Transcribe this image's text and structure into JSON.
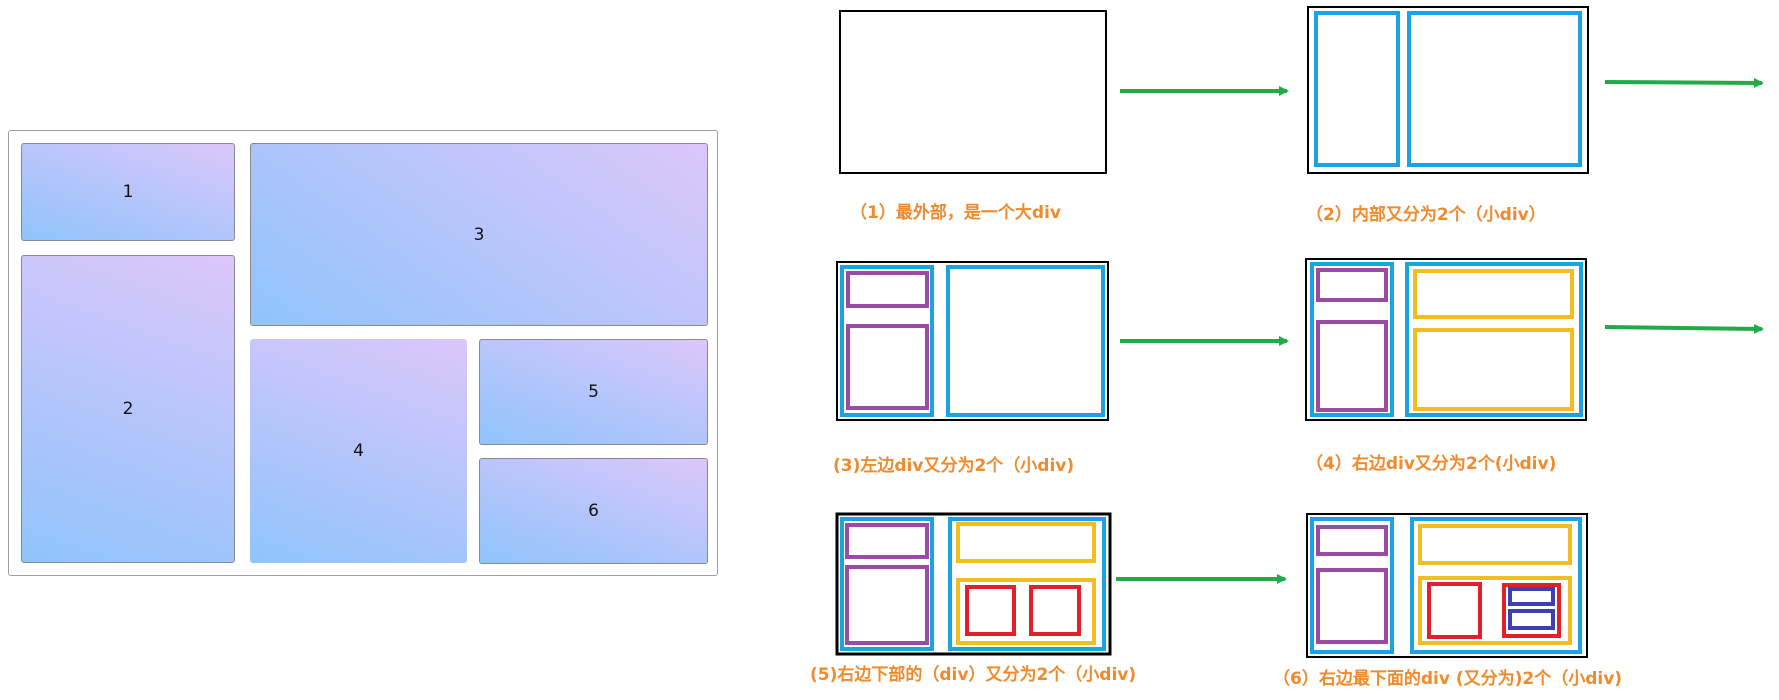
{
  "layout_demo": {
    "tiles": [
      "1",
      "2",
      "3",
      "4",
      "5",
      "6"
    ]
  },
  "steps": [
    {
      "caption": "（1）最外部，是一个大div"
    },
    {
      "caption": "（2）内部又分为2个（小div）"
    },
    {
      "caption": "(3)左边div又分为2个（小div)"
    },
    {
      "caption": "（4）右边div又分为2个(小div)"
    },
    {
      "caption": "(5)右边下部的（div）又分为2个（小div)"
    },
    {
      "caption": "（6）右边最下面的div (又分为)2个（小div)"
    }
  ],
  "colors": {
    "outer_box": "#000000",
    "level1_blue": "#1aa3e0",
    "level2_purple": "#9b4aa8",
    "level2_yellow": "#f2bd1e",
    "level3_red": "#e0202a",
    "level4_navy": "#3f3fb5",
    "arrow_green": "#22aa4a",
    "caption_orange": "#f08a2c",
    "tile_gradient": [
      "#8fc4fb",
      "#dcc6fb"
    ]
  }
}
